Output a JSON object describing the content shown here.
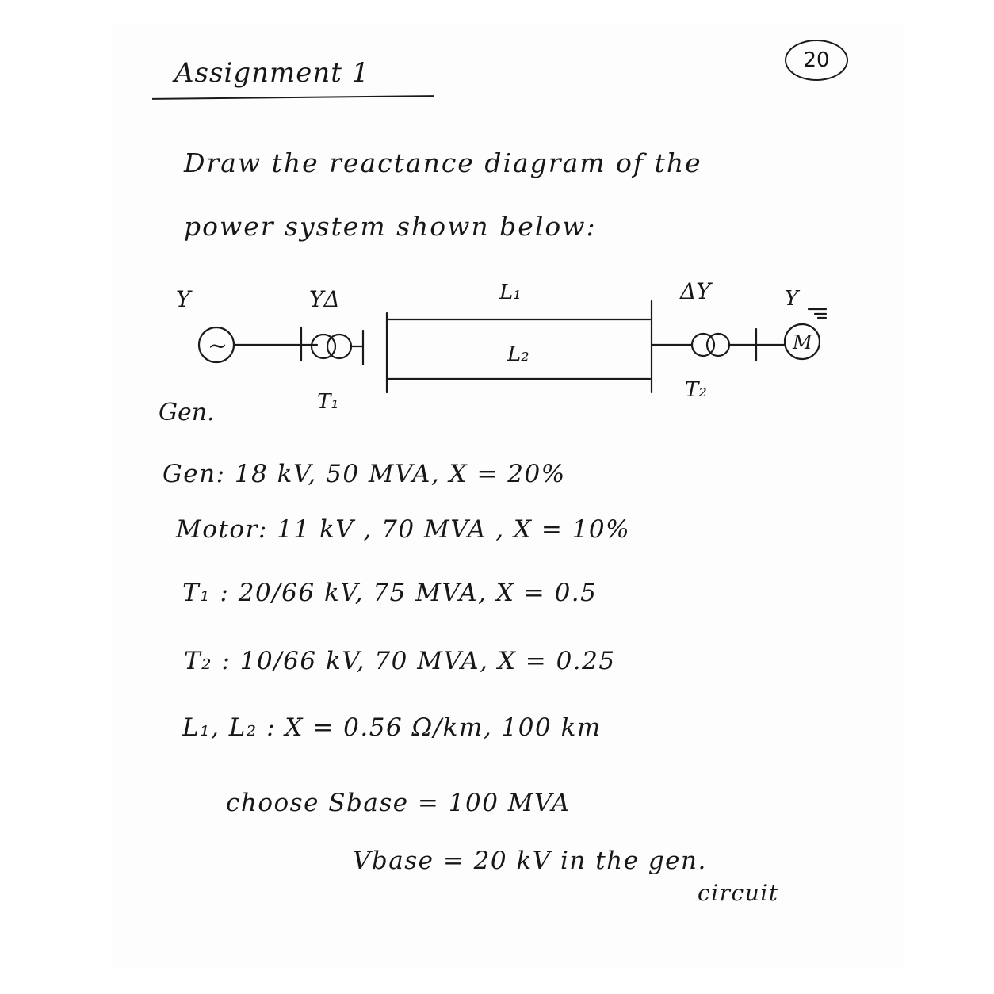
{
  "header": {
    "title": "Assignment 1",
    "page_number": "20"
  },
  "instructions": {
    "line1": "Draw the reactance diagram of the",
    "line2": "power system shown below:"
  },
  "diagram": {
    "gen_connection": "Y",
    "t1_connection": "YΔ",
    "t2_connection": "ΔY",
    "motor_connection": "Y",
    "line1_label": "L₁",
    "line2_label": "L₂",
    "gen_label": "Gen.",
    "t1_label": "T₁",
    "t2_label": "T₂",
    "motor_symbol": "M",
    "gen_symbol": "~"
  },
  "specs": {
    "gen": "Gen: 18 kV, 50 MVA, X = 20%",
    "motor": "Motor: 11 kV , 70 MVA , X = 10%",
    "t1": "T₁ : 20/66 kV, 75 MVA, X = 0.5",
    "t2": "T₂ : 10/66 kV, 70 MVA, X = 0.25",
    "lines": "L₁, L₂ : X = 0.56 Ω/km, 100 km",
    "sbase": "choose Sbase = 100 MVA",
    "vbase": "Vbase = 20 kV in the gen.",
    "vbase_cont": "circuit"
  }
}
